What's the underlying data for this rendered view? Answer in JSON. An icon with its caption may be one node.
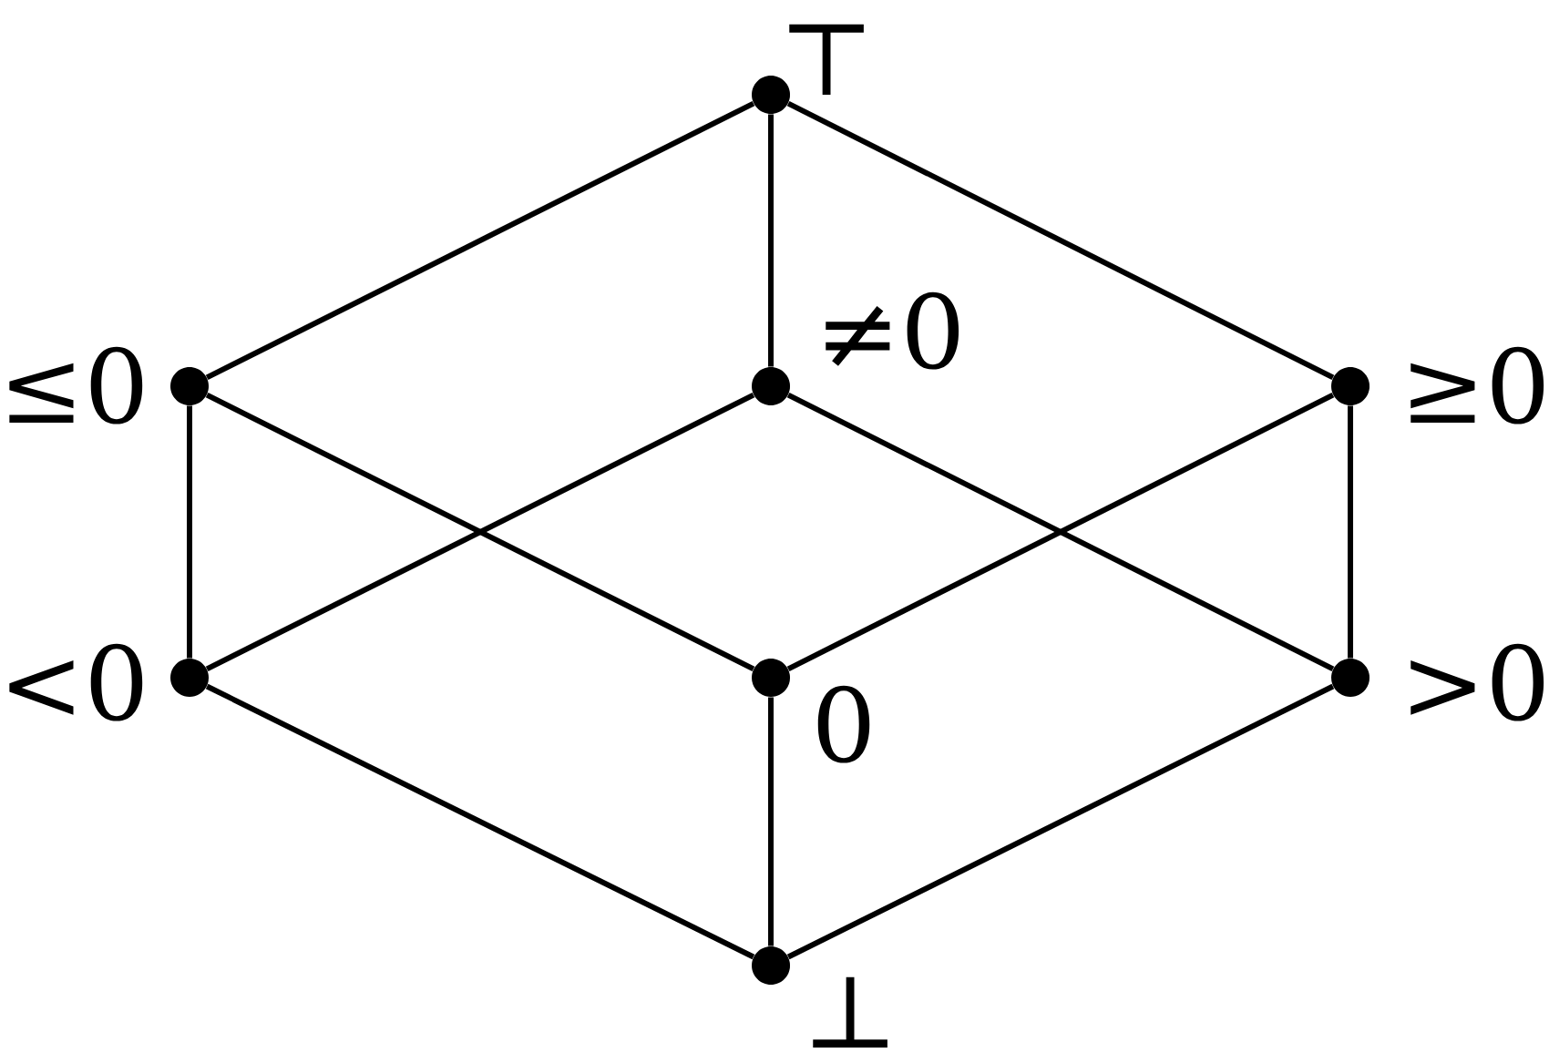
{
  "diagram": {
    "nodes": [
      {
        "text": [],
        "shape": "circle",
        "beside": [
          "⊤"
        ]
      },
      {
        "text": [],
        "shape": "circle",
        "beside": [
          "≤0"
        ]
      },
      {
        "text": [],
        "shape": "circle",
        "beside": [
          "≠0"
        ]
      },
      {
        "text": [],
        "shape": "circle",
        "beside": [
          "≥0"
        ]
      },
      {
        "text": [],
        "shape": "circle",
        "beside": [
          "<0"
        ]
      },
      {
        "text": [],
        "shape": "circle",
        "beside": [
          "0"
        ]
      },
      {
        "text": [],
        "shape": "circle",
        "beside": [
          ">0"
        ]
      },
      {
        "text": [],
        "shape": "circle",
        "beside": [
          "⊥"
        ]
      }
    ],
    "edges": [
      {
        "from": 0,
        "to": 1,
        "arrow": "none"
      },
      {
        "from": 0,
        "to": 2,
        "arrow": "none"
      },
      {
        "from": 0,
        "to": 3,
        "arrow": "none"
      },
      {
        "from": 1,
        "to": 4,
        "arrow": "none"
      },
      {
        "from": 1,
        "to": 5,
        "arrow": "none"
      },
      {
        "from": 2,
        "to": 4,
        "arrow": "none"
      },
      {
        "from": 2,
        "to": 6,
        "arrow": "none"
      },
      {
        "from": 3,
        "to": 5,
        "arrow": "none"
      },
      {
        "from": 3,
        "to": 6,
        "arrow": "none"
      },
      {
        "from": 4,
        "to": 7,
        "arrow": "none"
      },
      {
        "from": 5,
        "to": 7,
        "arrow": "none"
      },
      {
        "from": 6,
        "to": 7,
        "arrow": "none"
      }
    ]
  }
}
